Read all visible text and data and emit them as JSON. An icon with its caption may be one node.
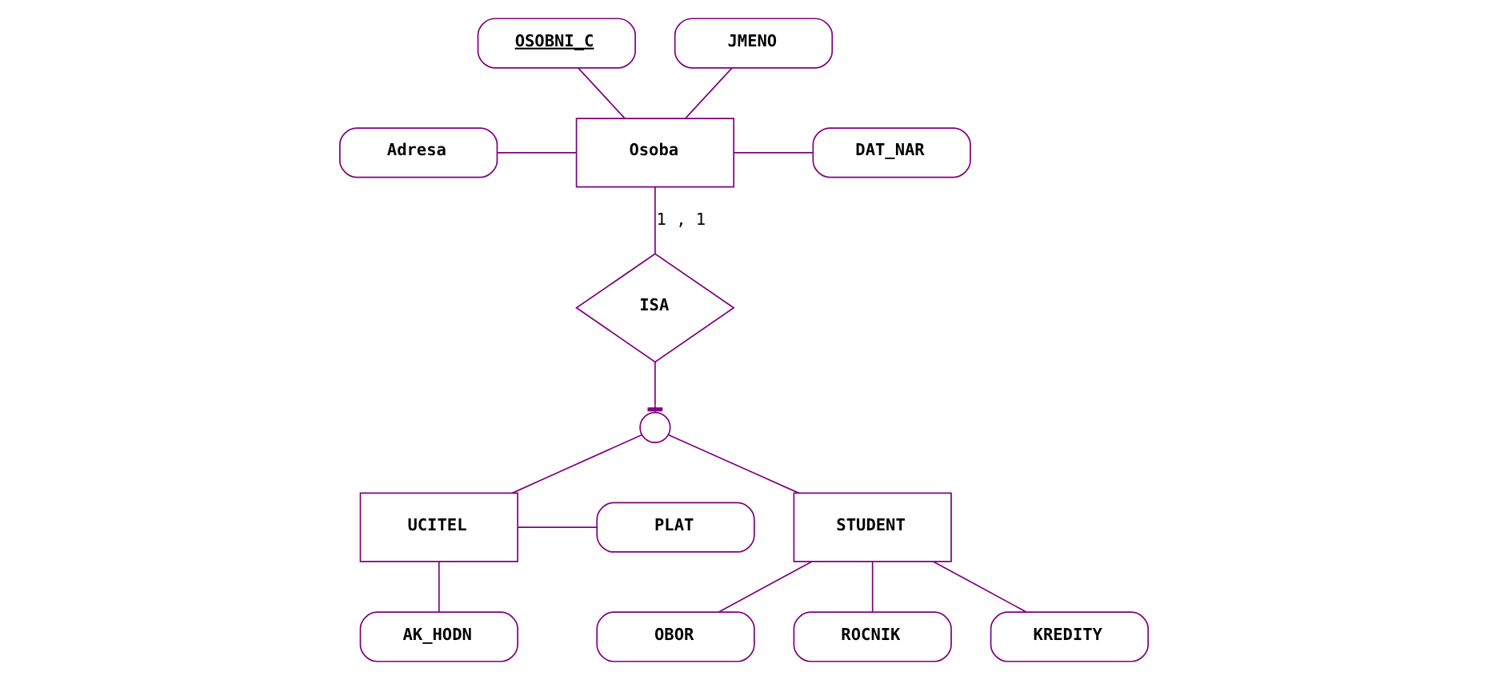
{
  "diagram": {
    "nodes": [
      {
        "text": [
          "OSOBNI_C"
        ]
      },
      {
        "text": [
          "Adresa"
        ]
      },
      {
        "text": [
          "JMENO"
        ]
      },
      {
        "text": [
          "Osoba"
        ]
      },
      {
        "text": [
          "DAT_NAR"
        ]
      },
      {
        "text": [
          "ISA"
        ]
      },
      {
        "text": [],
        "shape": "circle"
      },
      {
        "text": [
          "UCITEL"
        ]
      },
      {
        "text": [
          "PLAT"
        ]
      },
      {
        "text": [
          "STUDENT"
        ]
      },
      {
        "text": [
          "AK_HODN"
        ]
      },
      {
        "text": [
          "OBOR"
        ]
      },
      {
        "text": [
          "ROCNIK"
        ]
      },
      {
        "text": [
          "KREDITY"
        ]
      }
    ],
    "edges": [
      {
        "from": 0,
        "to": 3,
        "arrow": "none"
      },
      {
        "from": 1,
        "to": 3,
        "arrow": "none"
      },
      {
        "from": 2,
        "to": 3,
        "arrow": "none"
      },
      {
        "from": 3,
        "to": 4,
        "arrow": "none"
      },
      {
        "from": 3,
        "to": 5,
        "arrow": "none",
        "label": "1 , 1"
      },
      {
        "from": 5,
        "to": 6,
        "arrow": "other"
      },
      {
        "from": 6,
        "to": 7,
        "arrow": "none"
      },
      {
        "from": 6,
        "to": 9,
        "arrow": "none"
      },
      {
        "from": 7,
        "to": 8,
        "arrow": "none"
      },
      {
        "from": 7,
        "to": 10,
        "arrow": "none"
      },
      {
        "from": 9,
        "to": 11,
        "arrow": "none"
      },
      {
        "from": 9,
        "to": 12,
        "arrow": "none"
      },
      {
        "from": 9,
        "to": 13,
        "arrow": "none"
      }
    ]
  }
}
